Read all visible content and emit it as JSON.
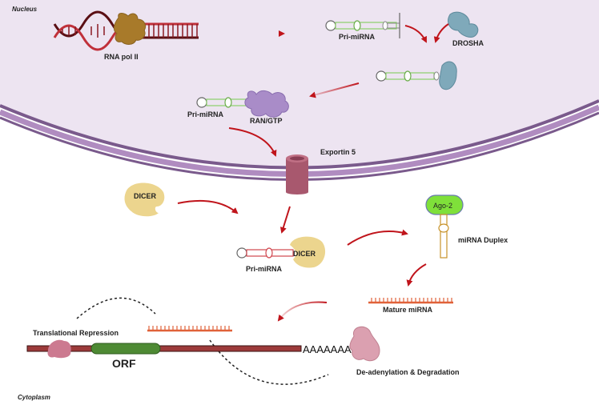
{
  "regions": {
    "nucleus": "Nucleus",
    "cytoplasm": "Cytoplasm"
  },
  "labels": {
    "rna_pol_ii": "RNA pol II",
    "pri_mirna_1": "Pri-miRNA",
    "drosha": "DROSHA",
    "pri_mirna_2": "Pri-miRNA",
    "ran_gtp": "RAN/GTP",
    "exportin_5": "Exportin 5",
    "dicer_free": "DICER",
    "dicer_bound": "DICER",
    "pri_mirna_3": "Pri-miRNA",
    "ago2": "Ago-2",
    "mirna_duplex": "miRNA Duplex",
    "mature_mirna": "Mature miRNA",
    "translational_repression": "Translational Repression",
    "orf": "ORF",
    "poly_a": "AAAAAAA",
    "deadenylation": "De-adenylation & Degradation"
  },
  "colors": {
    "nucleus_fill": "#ede4f1",
    "membrane_dark": "#7a5a8c",
    "membrane_light": "#b08cc0",
    "arrow": "#c0141b",
    "dna_dark": "#5a0f14",
    "dna_red": "#c0303a",
    "rna_pol": "#a87a2a",
    "drosha": "#7fa9ba",
    "ran_gtp": "#a98cc8",
    "exportin": "#a8586e",
    "dicer": "#ecd58e",
    "ago2": "#7fe03a",
    "duplex": "#c8932a",
    "mature": "#e0623a",
    "mrna": "#9c3a3a",
    "orf": "#4e8a34",
    "ribosome": "#cc7a90",
    "degrader": "#dba0b0",
    "hairpin_green": "#8ccf6a",
    "hairpin_red": "#d0464e"
  }
}
